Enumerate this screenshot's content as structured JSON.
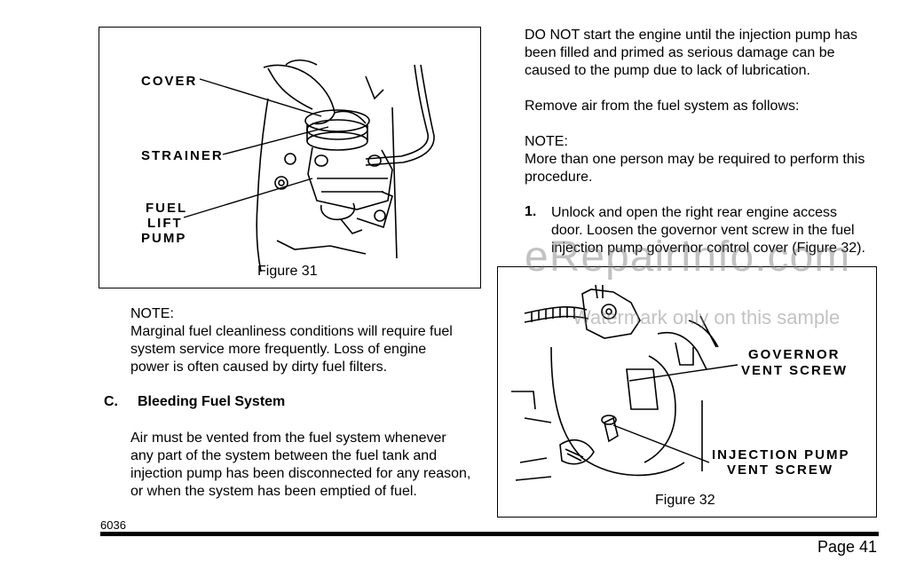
{
  "figure31": {
    "caption": "Figure 31",
    "labels": {
      "cover": "COVER",
      "strainer": "STRAINER",
      "fuel": "FUEL",
      "lift": "LIFT",
      "pump": "PUMP"
    }
  },
  "note1": {
    "heading": "NOTE:",
    "lines": [
      "Marginal fuel cleanliness conditions will require fuel",
      "system service more frequently.  Loss of engine",
      "power is often caused by dirty fuel filters."
    ]
  },
  "section": {
    "letter": "C.",
    "title": "Bleeding Fuel System"
  },
  "intro_lines": [
    "Air must be vented from the fuel system whenever",
    "any part of the system between the fuel tank and",
    "injection pump has been disconnected for any reason,",
    "or when the system has been emptied of fuel."
  ],
  "page_code": "6036",
  "warning_lines": [
    "DO NOT start the engine until the injection pump has",
    "been filled and primed as serious damage can be",
    "caused to the pump due to lack of lubrication."
  ],
  "remove_air": "Remove air from the fuel system as follows:",
  "note2": {
    "heading": "NOTE:",
    "lines": [
      "More than one person may be required to perform this",
      "procedure."
    ]
  },
  "step1": {
    "number": "1.",
    "lines": [
      "Unlock and open the right rear engine access",
      "door.  Loosen the governor vent screw in the fuel",
      "injection pump governor control cover (Figure 32)."
    ]
  },
  "figure32": {
    "caption": "Figure 32",
    "labels": {
      "governor": "GOVERNOR",
      "vent_screw": "VENT  SCREW",
      "injection_pump": "INJECTION  PUMP",
      "vent_screw2": "VENT  SCREW"
    }
  },
  "watermark": {
    "main": "eRepairInfo.com",
    "sub": "Watermark only on this sample"
  },
  "footer": {
    "page": "Page 41"
  }
}
